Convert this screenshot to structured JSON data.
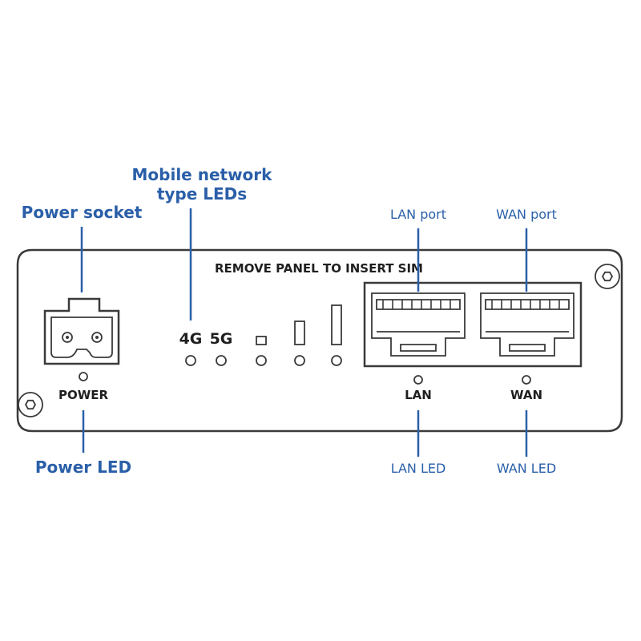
{
  "callouts": {
    "power_socket": "Power socket",
    "mobile_leds_line1": "Mobile network",
    "mobile_leds_line2": "type LEDs",
    "lan_port": "LAN port",
    "wan_port": "WAN port",
    "power_led": "Power LED",
    "lan_led": "LAN LED",
    "wan_led": "WAN LED"
  },
  "panel": {
    "sim_notice": "REMOVE PANEL TO INSERT SIM",
    "power_label": "POWER",
    "label_4g": "4G",
    "label_5g": "5G",
    "lan_label": "LAN",
    "wan_label": "WAN",
    "signal_indicator_levels": 3
  },
  "colors": {
    "callout": "#2a5fa8",
    "outline": "#3a3a3a",
    "panel_text": "#1f1f1f"
  },
  "icons": [
    "hex-screw-icon",
    "power-connector-icon",
    "rj45-port-icon",
    "led-icon",
    "signal-bar-icon"
  ]
}
